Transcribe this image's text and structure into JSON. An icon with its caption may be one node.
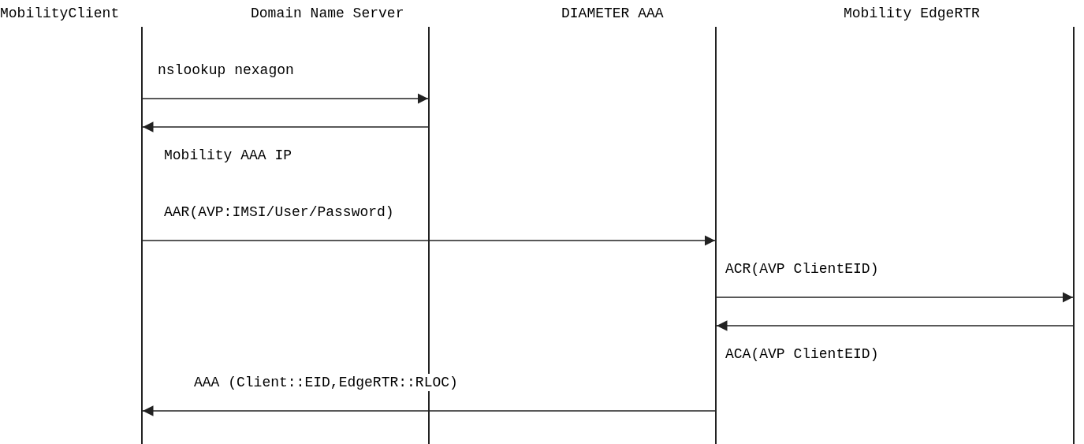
{
  "diagram": {
    "nodes": [
      {
        "text": [
          "MobilityClient"
        ]
      },
      {
        "text": [
          "Domain Name Server"
        ]
      },
      {
        "text": [
          "DIAMETER AAA"
        ]
      },
      {
        "text": [
          "Mobility EdgeRTR"
        ]
      },
      {
        "text": [],
        "shape": "bar"
      },
      {
        "text": [],
        "shape": "bar"
      },
      {
        "text": [],
        "shape": "bar"
      },
      {
        "text": [],
        "shape": "bar"
      }
    ],
    "edges": [
      {
        "from": 4,
        "to": 5,
        "arrow": "to",
        "label": "nslookup nexagon"
      },
      {
        "from": 5,
        "to": 4,
        "arrow": "to",
        "label": "Mobility AAA IP"
      },
      {
        "from": 4,
        "to": 6,
        "arrow": "to",
        "label": "AAR(AVP:IMSI/User/Password)"
      },
      {
        "from": 6,
        "to": 7,
        "arrow": "to",
        "label": "ACR(AVP ClientEID)"
      },
      {
        "from": 7,
        "to": 6,
        "arrow": "to",
        "label": "ACA(AVP ClientEID)"
      },
      {
        "from": 6,
        "to": 4,
        "arrow": "to",
        "label": "AAA (Client::EID,EdgeRTR::RLOC)"
      }
    ]
  }
}
